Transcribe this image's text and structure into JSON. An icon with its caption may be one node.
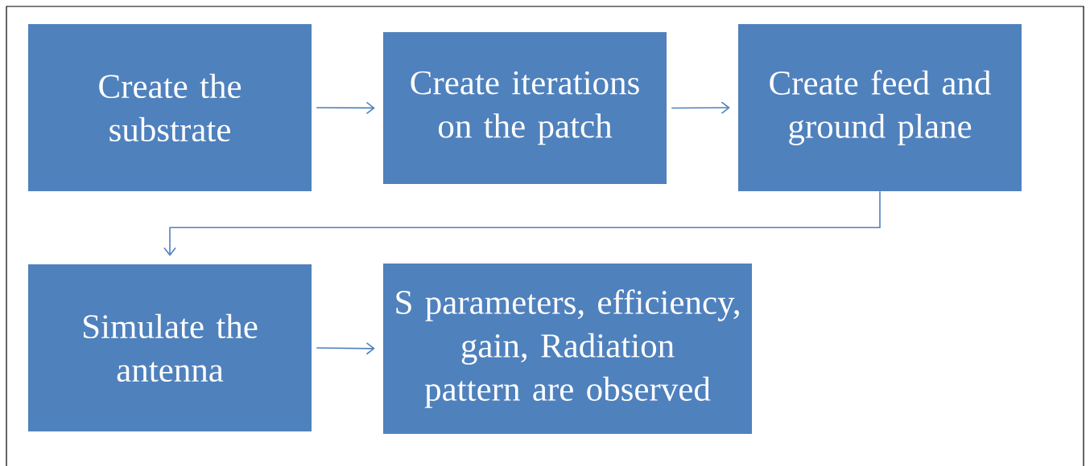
{
  "diagram": {
    "nodes": [
      {
        "text": [
          "Create the substrate"
        ]
      },
      {
        "text": [
          "Create iterations on the patch"
        ]
      },
      {
        "text": [
          "Create feed and ground plane"
        ]
      },
      {
        "text": [
          "Simulate the antenna"
        ]
      },
      {
        "text": [
          "S parameters, efficiency, gain, Radiation pattern are observed"
        ]
      }
    ],
    "edges": [
      {
        "from": 0,
        "to": 1,
        "arrow": "to"
      },
      {
        "from": 1,
        "to": 2,
        "arrow": "to"
      },
      {
        "from": 2,
        "to": 3,
        "arrow": "to"
      },
      {
        "from": 3,
        "to": 4,
        "arrow": "to"
      }
    ]
  }
}
